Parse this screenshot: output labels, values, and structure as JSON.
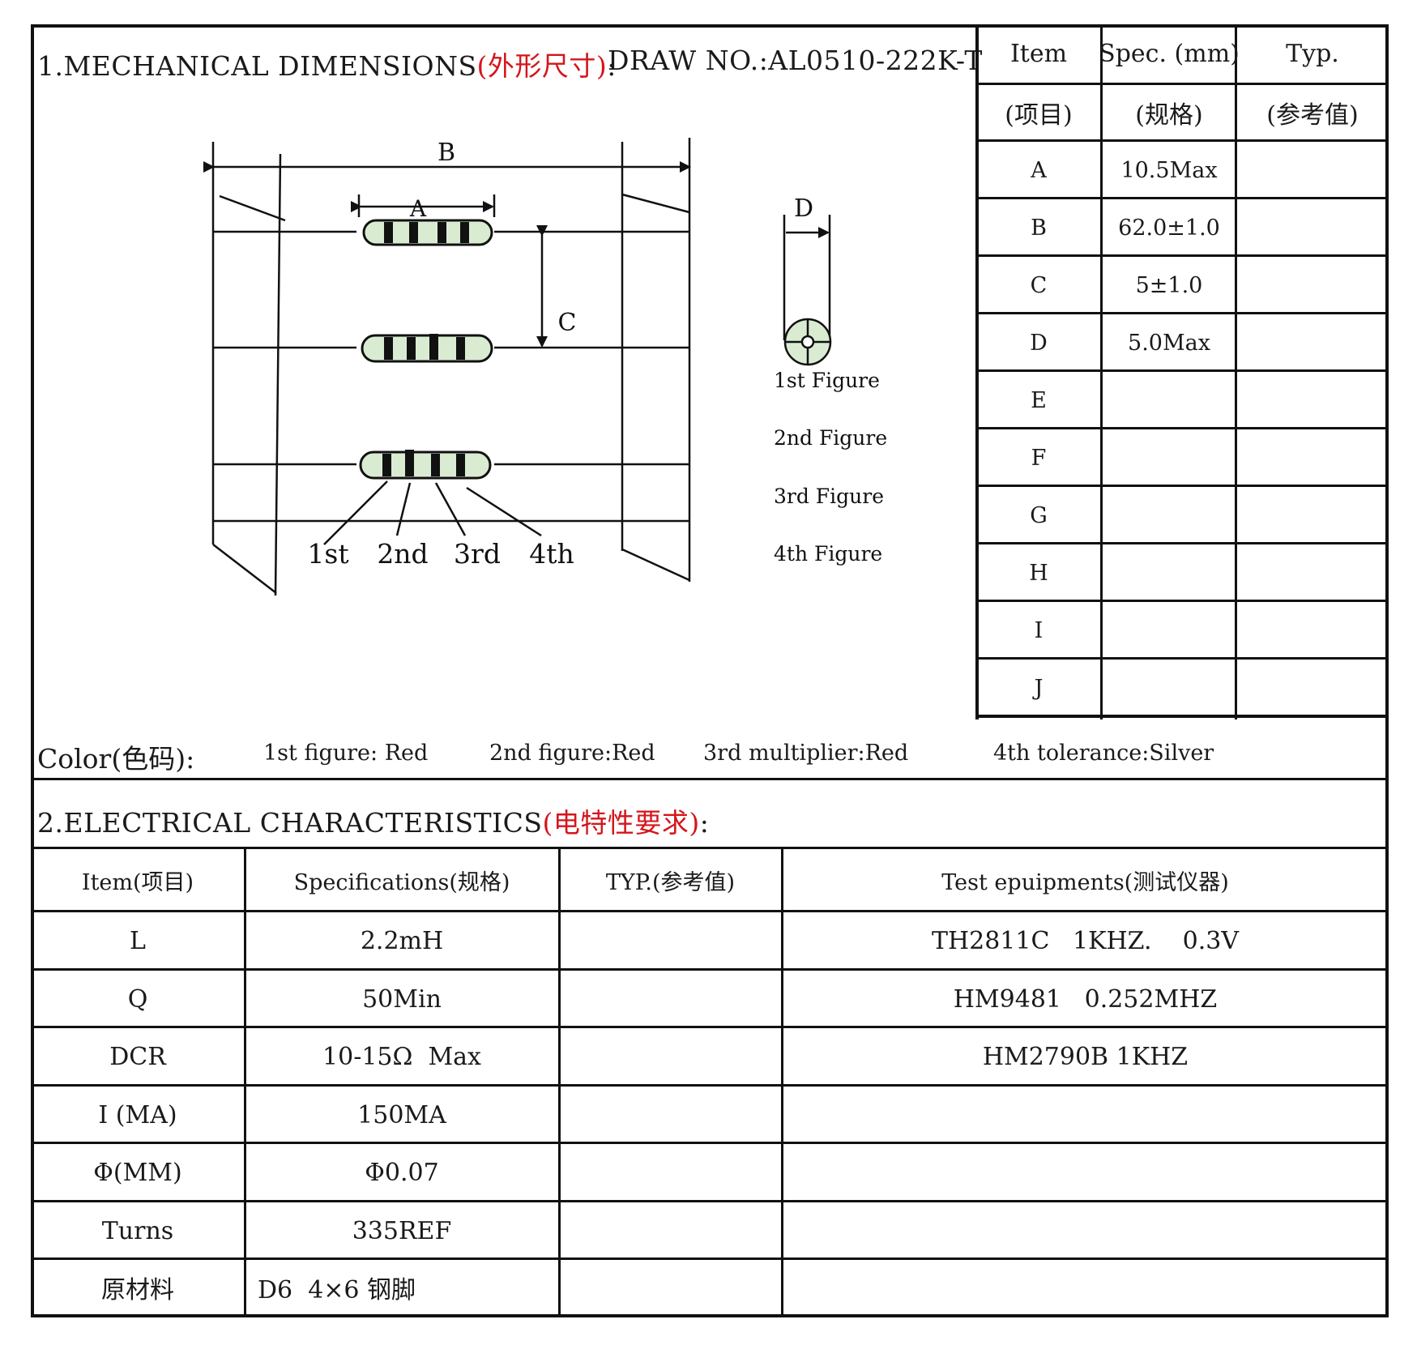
{
  "section1": {
    "title": "1.MECHANICAL DIMENSIONS",
    "title_cn": "(外形尺寸)",
    "title_suffix": ":",
    "draw_no": "DRAW NO.:AL0510-222K-T"
  },
  "drawing": {
    "label_A": "A",
    "label_B": "B",
    "label_C": "C",
    "label_D": "D",
    "band_labels": [
      "1st",
      "2nd",
      "3rd",
      "4th"
    ],
    "figure_labels": [
      "1st Figure",
      "2nd Figure",
      "3rd Figure",
      "4th Figure"
    ]
  },
  "spec_table": {
    "headers": [
      "Item",
      "Spec. (mm)",
      "Typ."
    ],
    "headers_cn": [
      "(项目)",
      "(规格)",
      "(参考值)"
    ],
    "rows": [
      {
        "item": "A",
        "spec": "10.5Max",
        "typ": ""
      },
      {
        "item": "B",
        "spec": "62.0±1.0",
        "typ": ""
      },
      {
        "item": "C",
        "spec": "5±1.0",
        "typ": ""
      },
      {
        "item": "D",
        "spec": "5.0Max",
        "typ": ""
      },
      {
        "item": "E",
        "spec": "",
        "typ": ""
      },
      {
        "item": "F",
        "spec": "",
        "typ": ""
      },
      {
        "item": "G",
        "spec": "",
        "typ": ""
      },
      {
        "item": "H",
        "spec": "",
        "typ": ""
      },
      {
        "item": "I",
        "spec": "",
        "typ": ""
      },
      {
        "item": "J",
        "spec": "",
        "typ": ""
      }
    ]
  },
  "color_code": {
    "label": "Color(色码):",
    "items": [
      "1st figure: Red",
      "2nd figure:Red",
      "3rd multiplier:Red",
      "4th tolerance:Silver"
    ]
  },
  "section2": {
    "title": "2.ELECTRICAL CHARACTERISTICS",
    "title_cn": "(电特性要求)",
    "title_suffix": ":"
  },
  "elec_table": {
    "headers": [
      "Item(项目)",
      "Specifications(规格)",
      "TYP.(参考值)",
      "Test epuipments(测试仪器)"
    ],
    "rows": [
      {
        "item": "L",
        "spec": "2.2mH",
        "typ": "",
        "test": "TH2811C   1KHZ.    0.3V"
      },
      {
        "item": "Q",
        "spec": "50Min",
        "typ": "",
        "test": "HM9481   0.252MHZ"
      },
      {
        "item": "DCR",
        "spec": "10-15Ω  Max",
        "typ": "",
        "test": "HM2790B 1KHZ"
      },
      {
        "item": "I (MA)",
        "spec": "150MA",
        "typ": "",
        "test": ""
      },
      {
        "item": "Φ(MM)",
        "spec": "Φ0.07",
        "typ": "",
        "test": ""
      },
      {
        "item": "Turns",
        "spec": "335REF",
        "typ": "",
        "test": ""
      },
      {
        "item": "原材料",
        "spec": "D6  4×6 钢脚",
        "typ": "",
        "test": ""
      }
    ]
  },
  "colors": {
    "accent_red": "#d4161c",
    "body_green": "#d9ecd2",
    "ink": "#111111"
  }
}
